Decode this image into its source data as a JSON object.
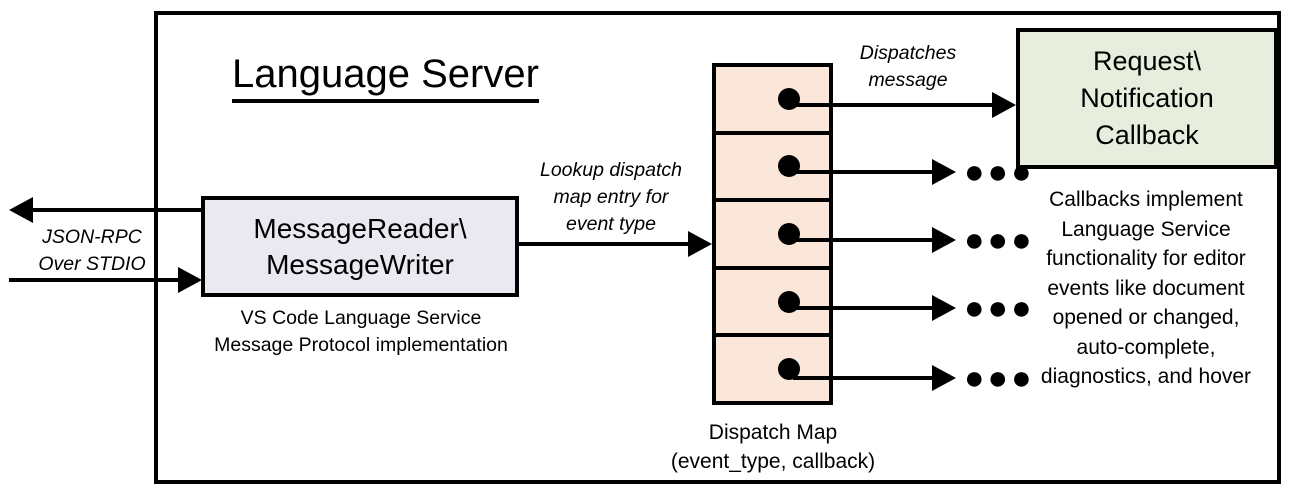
{
  "diagram": {
    "title": "Language Server",
    "io_label": "JSON-RPC\nOver STDIO",
    "io_label_line1": "JSON-RPC",
    "io_label_line2": "Over STDIO",
    "reader_box": {
      "line1": "MessageReader\\",
      "line2": "MessageWriter",
      "caption_line1": "VS Code Language Service",
      "caption_line2": "Message Protocol implementation",
      "fill": "#eae8f0"
    },
    "lookup_label": {
      "line1": "Lookup dispatch",
      "line2": "map entry for",
      "line3": "event type"
    },
    "dispatch_label": {
      "line1": "Dispatches",
      "line2": "message"
    },
    "dispatch_map": {
      "caption_line1": "Dispatch Map",
      "caption_line2": "(event_type, callback)",
      "fill": "#fae7da",
      "rows": [
        {
          "id": "row-1",
          "target": "callback-box"
        },
        {
          "id": "row-2",
          "target": "ellipsis"
        },
        {
          "id": "row-3",
          "target": "ellipsis"
        },
        {
          "id": "row-4",
          "target": "ellipsis"
        },
        {
          "id": "row-5",
          "target": "ellipsis"
        }
      ],
      "ellipsis": "●●●"
    },
    "callback_box": {
      "line1": "Request\\",
      "line2": "Notification",
      "line3": "Callback",
      "fill": "#e7eedd",
      "caption_line1": "Callbacks implement",
      "caption_line2": "Language Service",
      "caption_line3": "functionality for editor",
      "caption_line4": "events like document",
      "caption_line5": "opened or changed,",
      "caption_line6": "auto-complete,",
      "caption_line7": "diagnostics, and hover"
    },
    "colors": {
      "stroke": "#000000",
      "background": "#ffffff"
    }
  }
}
